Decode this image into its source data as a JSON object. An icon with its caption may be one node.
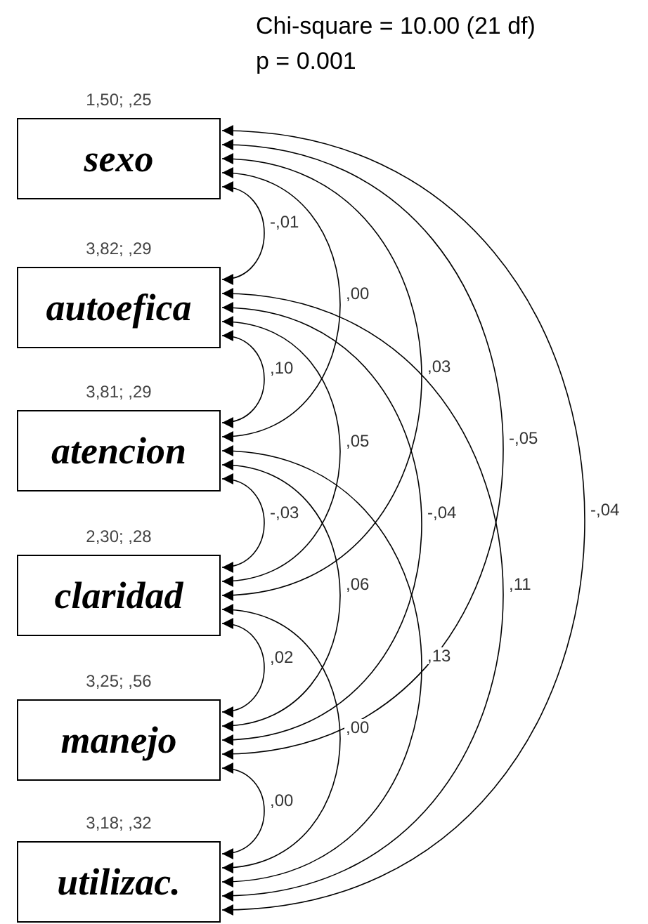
{
  "diagram": {
    "nodes": [
      {
        "text": [
          "sexo"
        ],
        "beside": [
          "1,50; ,25"
        ]
      },
      {
        "text": [
          "autoefica"
        ],
        "beside": [
          "3,82; ,29"
        ]
      },
      {
        "text": [
          "atencion"
        ],
        "beside": [
          "3,81; ,29"
        ]
      },
      {
        "text": [
          "claridad"
        ],
        "beside": [
          "2,30; ,28"
        ]
      },
      {
        "text": [
          "manejo"
        ],
        "beside": [
          "3,25; ,56"
        ]
      },
      {
        "text": [
          "utilizac."
        ],
        "beside": [
          "3,18; ,32"
        ]
      }
    ],
    "edges": [
      {
        "from": 0,
        "to": 1,
        "arrow": "both",
        "label": "-,01"
      },
      {
        "from": 1,
        "to": 2,
        "arrow": "both",
        "label": ",10"
      },
      {
        "from": 2,
        "to": 3,
        "arrow": "both",
        "label": "-,03"
      },
      {
        "from": 3,
        "to": 4,
        "arrow": "both",
        "label": ",02"
      },
      {
        "from": 4,
        "to": 5,
        "arrow": "both",
        "label": ",00"
      },
      {
        "from": 0,
        "to": 2,
        "arrow": "both",
        "label": ",00"
      },
      {
        "from": 1,
        "to": 3,
        "arrow": "both",
        "label": ",05"
      },
      {
        "from": 2,
        "to": 4,
        "arrow": "both",
        "label": ",06"
      },
      {
        "from": 3,
        "to": 5,
        "arrow": "both",
        "label": ",00"
      },
      {
        "from": 0,
        "to": 3,
        "arrow": "both",
        "label": ",03"
      },
      {
        "from": 1,
        "to": 4,
        "arrow": "both",
        "label": "-,04"
      },
      {
        "from": 2,
        "to": 5,
        "arrow": "both",
        "label": ",13"
      },
      {
        "from": 0,
        "to": 4,
        "arrow": "both",
        "label": "-,05"
      },
      {
        "from": 1,
        "to": 5,
        "arrow": "both",
        "label": ",11"
      },
      {
        "from": 0,
        "to": 5,
        "arrow": "both",
        "label": "-,04"
      }
    ],
    "labels": [
      "Chi-square = 10.00 (21 df)",
      "p = 0.001"
    ]
  }
}
